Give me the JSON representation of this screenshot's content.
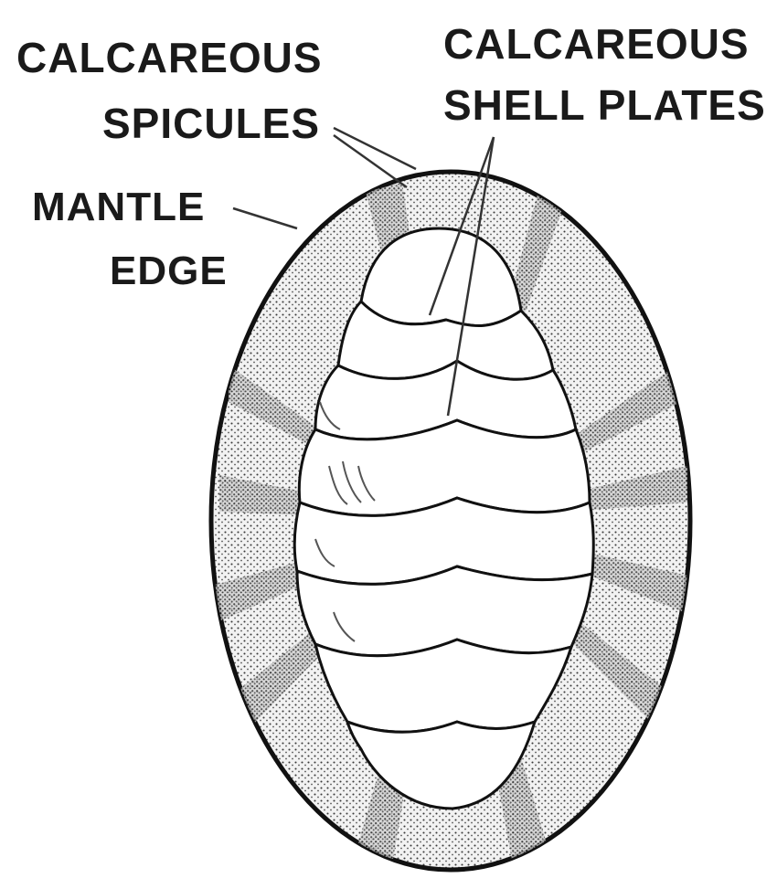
{
  "labels": {
    "spicules_line1": "CALCAREOUS",
    "spicules_line2": "SPICULES",
    "plates_line1": "CALCAREOUS",
    "plates_line2": "SHELL PLATES",
    "mantle_line1": "MANTLE",
    "mantle_line2": "EDGE"
  },
  "colors": {
    "ink": "#1a1a1a",
    "mantle_fill": "#d9d9d9",
    "plate_fill": "#ffffff",
    "background": "#ffffff"
  },
  "plate_count": 8
}
